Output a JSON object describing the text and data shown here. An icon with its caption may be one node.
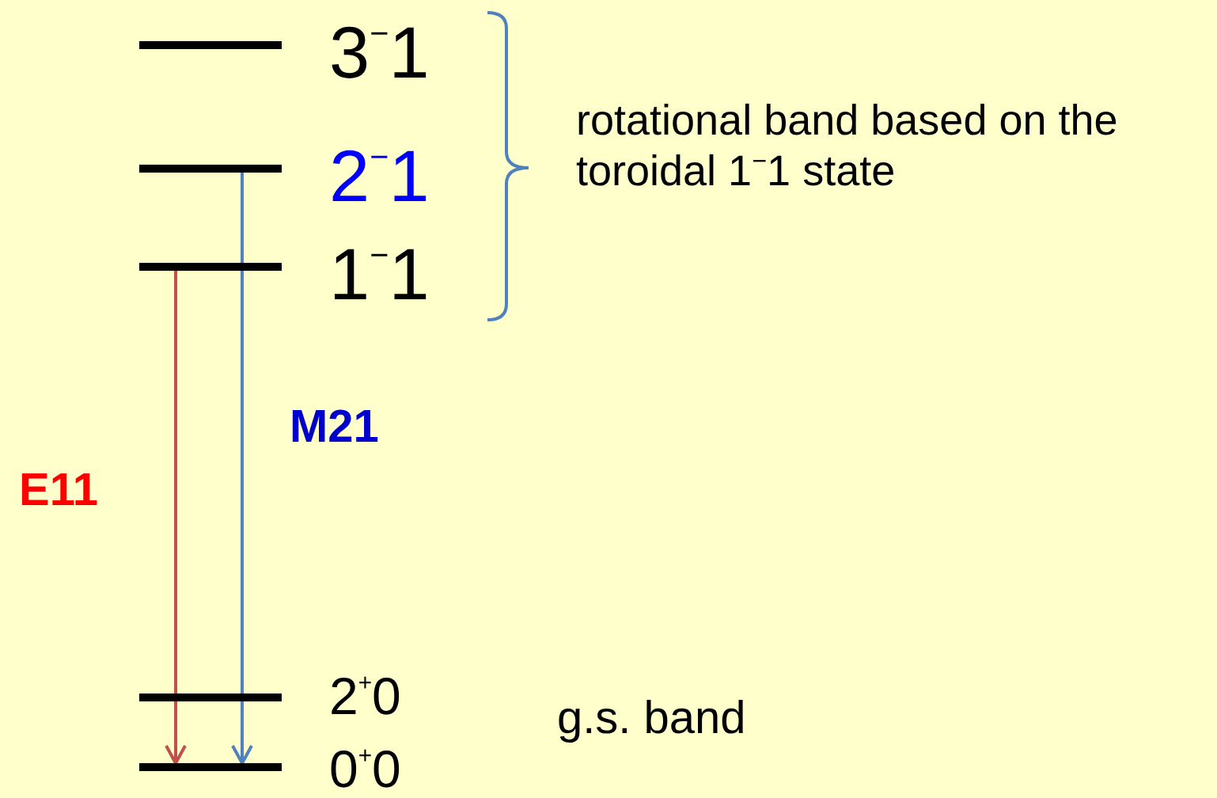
{
  "diagram": {
    "nodes": [
      {
        "text": [],
        "shape": "bar",
        "beside": [
          "3$^{−}$1"
        ]
      },
      {
        "text": [],
        "shape": "bar",
        "beside": [
          "2$^{−}$1"
        ]
      },
      {
        "text": [],
        "shape": "bar",
        "beside": [
          "1$^{−}$1"
        ]
      },
      {
        "text": [],
        "shape": "bar",
        "beside": [
          "2$^{+}$0"
        ]
      },
      {
        "text": [],
        "shape": "bar",
        "beside": [
          "0$^{+}$0"
        ]
      }
    ],
    "edges": [
      {
        "from": 2,
        "to": 4,
        "arrow": "to",
        "label": "E11",
        "color": "#c0504d"
      },
      {
        "from": 1,
        "to": 4,
        "arrow": "to",
        "label": "M21",
        "color": "#4f81bd"
      }
    ],
    "labels": [
      "rotational band based on the toroidal 1$^{−}$1 state",
      "g.s. band"
    ]
  }
}
